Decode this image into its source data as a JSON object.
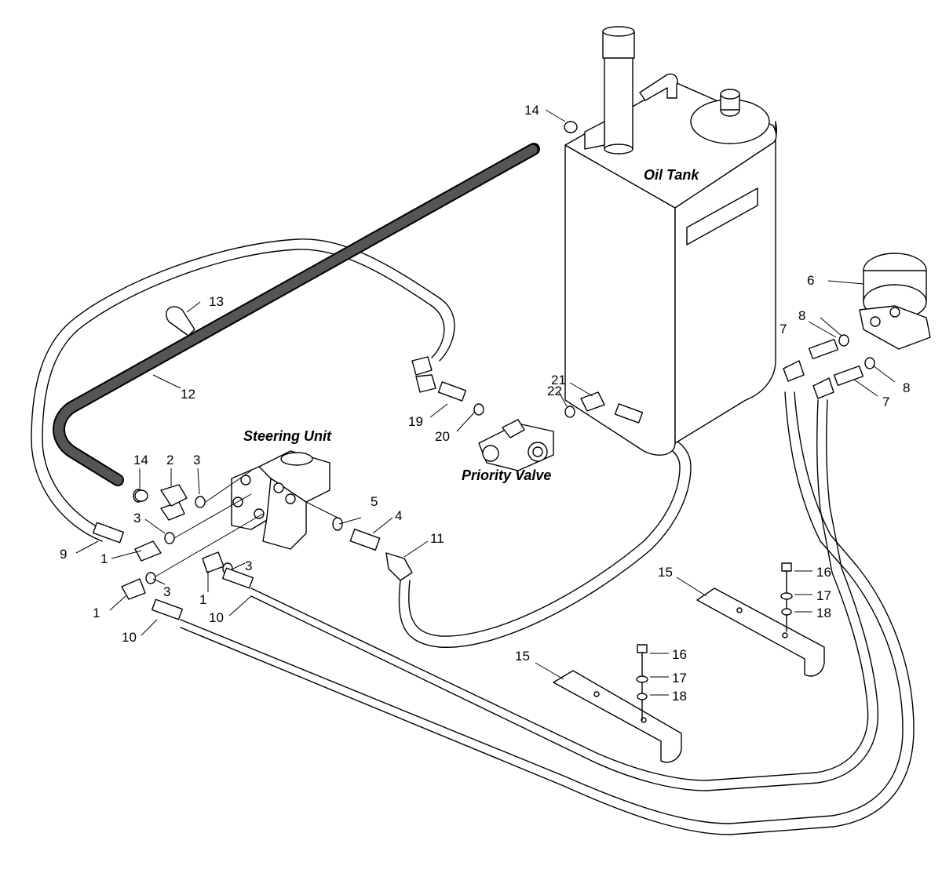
{
  "titles": {
    "oil_tank": "Oil Tank",
    "steering_unit": "Steering Unit",
    "priority_valve": "Priority Valve"
  },
  "callouts": {
    "c1a": "1",
    "c1b": "1",
    "c1c": "1",
    "c2": "2",
    "c3a": "3",
    "c3b": "3",
    "c3c": "3",
    "c3d": "3",
    "c4": "4",
    "c5": "5",
    "c6": "6",
    "c7a": "7",
    "c7b": "7",
    "c8a": "8",
    "c8b": "8",
    "c9": "9",
    "c10a": "10",
    "c10b": "10",
    "c11": "11",
    "c12": "12",
    "c13": "13",
    "c14a": "14",
    "c14b": "14",
    "c15a": "15",
    "c15b": "15",
    "c16a": "16",
    "c16b": "16",
    "c17a": "17",
    "c17b": "17",
    "c18a": "18",
    "c18b": "18",
    "c19": "19",
    "c20": "20",
    "c21": "21",
    "c22": "22"
  }
}
